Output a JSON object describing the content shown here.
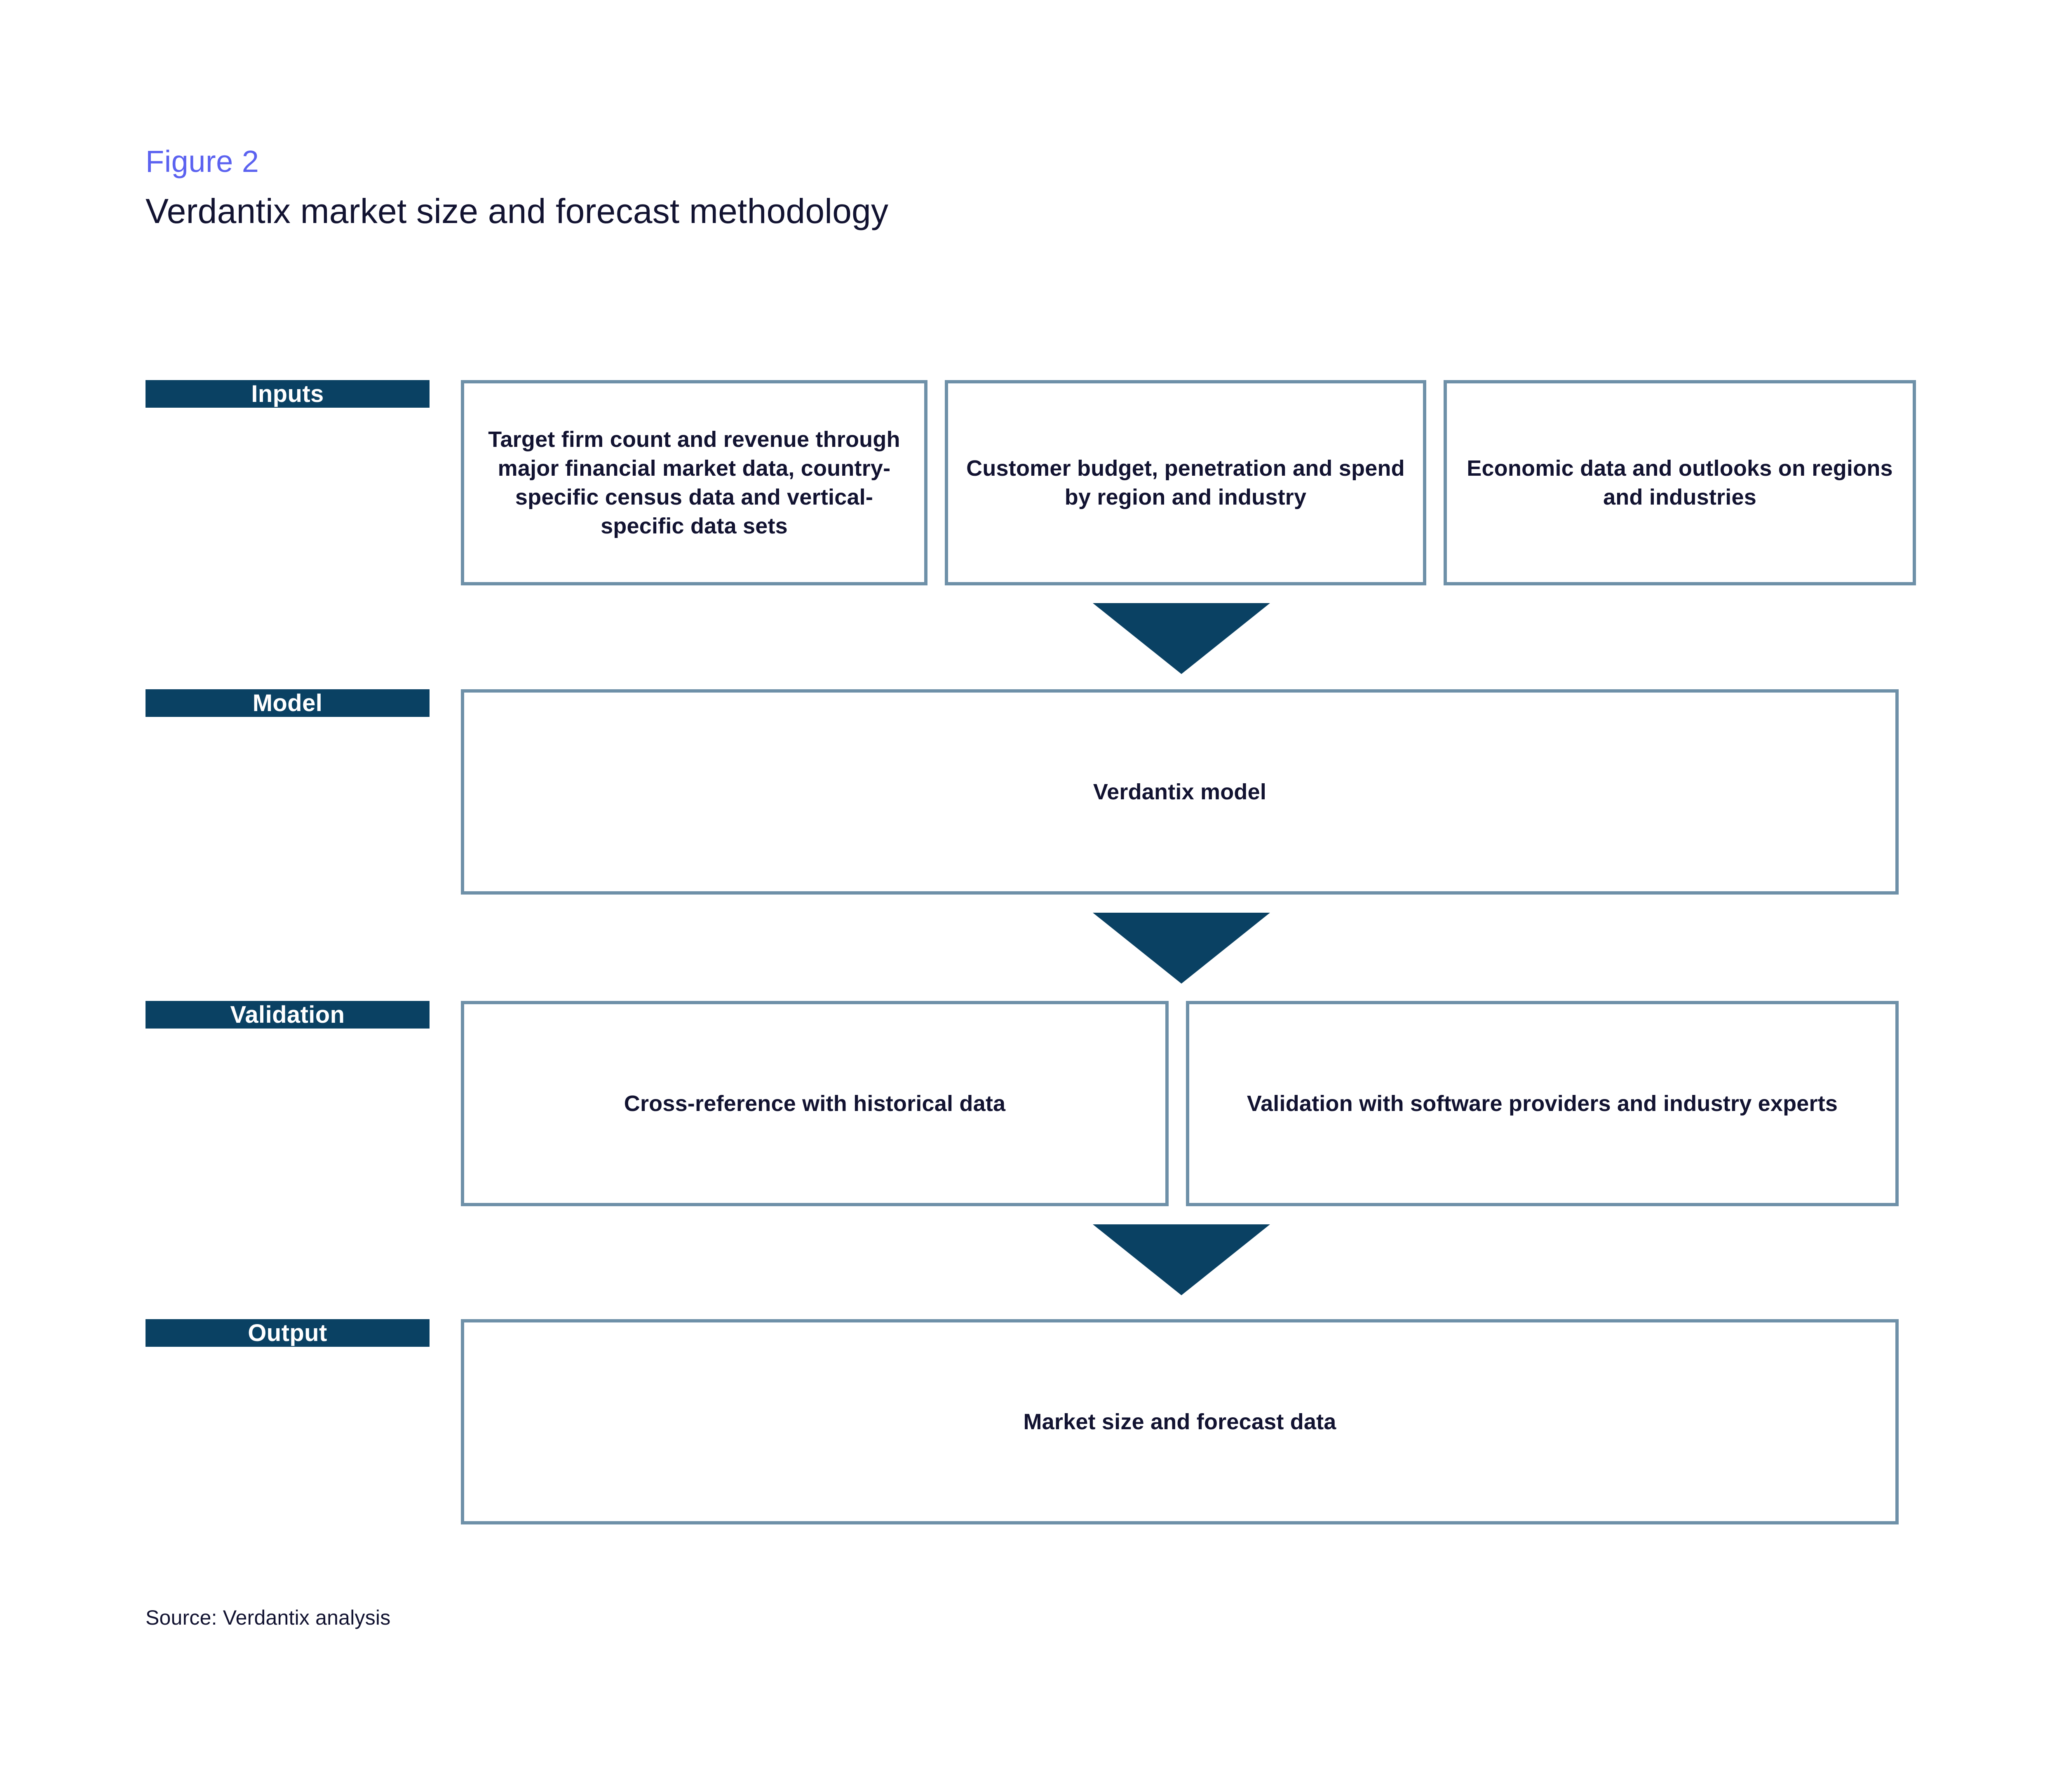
{
  "figure": {
    "label": "Figure 2",
    "title": "Verdantix market size and forecast methodology",
    "source": "Source: Verdantix analysis"
  },
  "colors": {
    "accent_label": "#5B62F0",
    "stage_fill": "#0A4163",
    "box_border": "#6E90A8",
    "text": "#121331",
    "arrow": "#0A4163",
    "background": "#FFFFFF"
  },
  "diagram": {
    "type": "flow",
    "rows": [
      {
        "stage": "Inputs",
        "boxes": [
          "Target firm count and revenue through major financial market data, country-specific census data and vertical-specific data sets",
          "Customer budget, penetration and spend by region and industry",
          "Economic data and outlooks on regions and industries"
        ]
      },
      {
        "stage": "Model",
        "boxes": [
          "Verdantix model"
        ]
      },
      {
        "stage": "Validation",
        "boxes": [
          "Cross-reference with historical data",
          "Validation with software providers and industry experts"
        ]
      },
      {
        "stage": "Output",
        "boxes": [
          "Market size and forecast data"
        ]
      }
    ],
    "arrows": [
      {
        "name": "inputs-to-model",
        "direction": "down"
      },
      {
        "name": "model-to-validation",
        "direction": "down"
      },
      {
        "name": "validation-to-output",
        "direction": "down"
      }
    ]
  }
}
